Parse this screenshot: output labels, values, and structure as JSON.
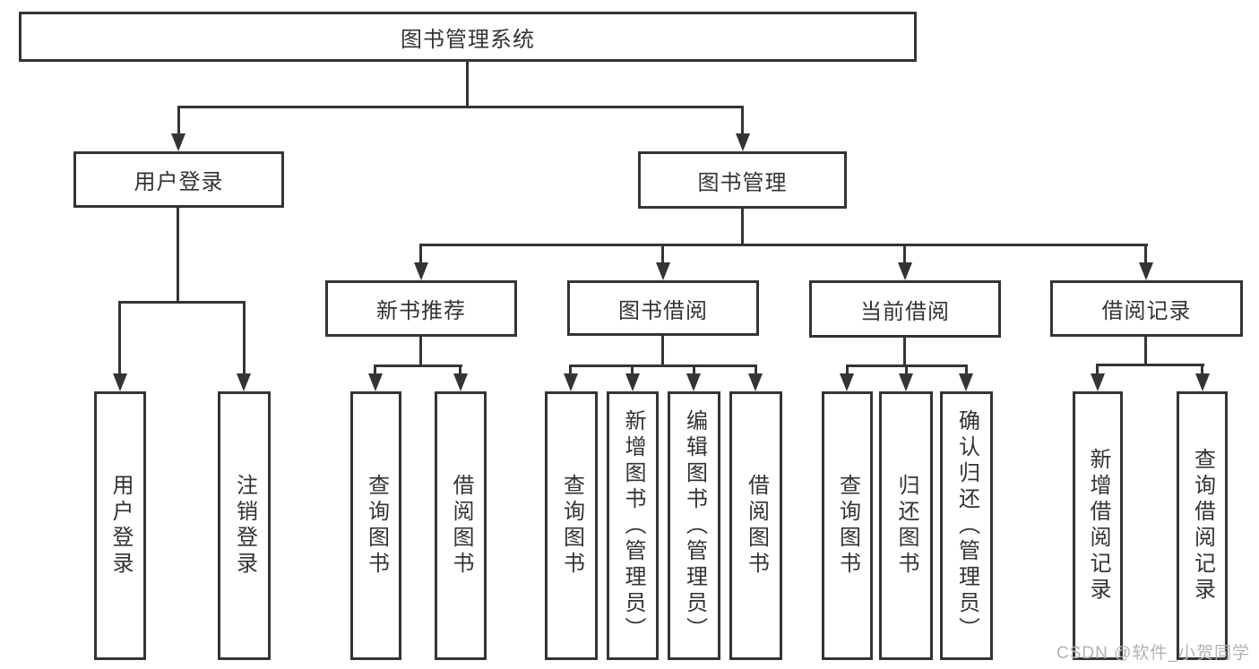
{
  "tree": {
    "root": {
      "label": "图书管理系统",
      "children": [
        {
          "label": "用户登录",
          "children": [
            {
              "label": "用户登录"
            },
            {
              "label": "注销登录"
            }
          ]
        },
        {
          "label": "图书管理",
          "children": [
            {
              "label": "新书推荐",
              "children": [
                {
                  "label": "查询图书"
                },
                {
                  "label": "借阅图书"
                }
              ]
            },
            {
              "label": "图书借阅",
              "children": [
                {
                  "label": "查询图书"
                },
                {
                  "label": "新增图书（管理员）"
                },
                {
                  "label": "编辑图书（管理员）"
                },
                {
                  "label": "借阅图书"
                }
              ]
            },
            {
              "label": "当前借阅",
              "children": [
                {
                  "label": "查询图书"
                },
                {
                  "label": "归还图书"
                },
                {
                  "label": "确认归还（管理员）"
                }
              ]
            },
            {
              "label": "借阅记录",
              "children": [
                {
                  "label": "新增借阅记录"
                },
                {
                  "label": "查询借阅记录"
                }
              ]
            }
          ]
        }
      ]
    }
  },
  "watermark": {
    "text": "CSDN @软件_小贺同学"
  },
  "colors": {
    "line": "#343434",
    "text": "#333333",
    "background": "#ffffff",
    "watermark": "#b2b2b2"
  }
}
